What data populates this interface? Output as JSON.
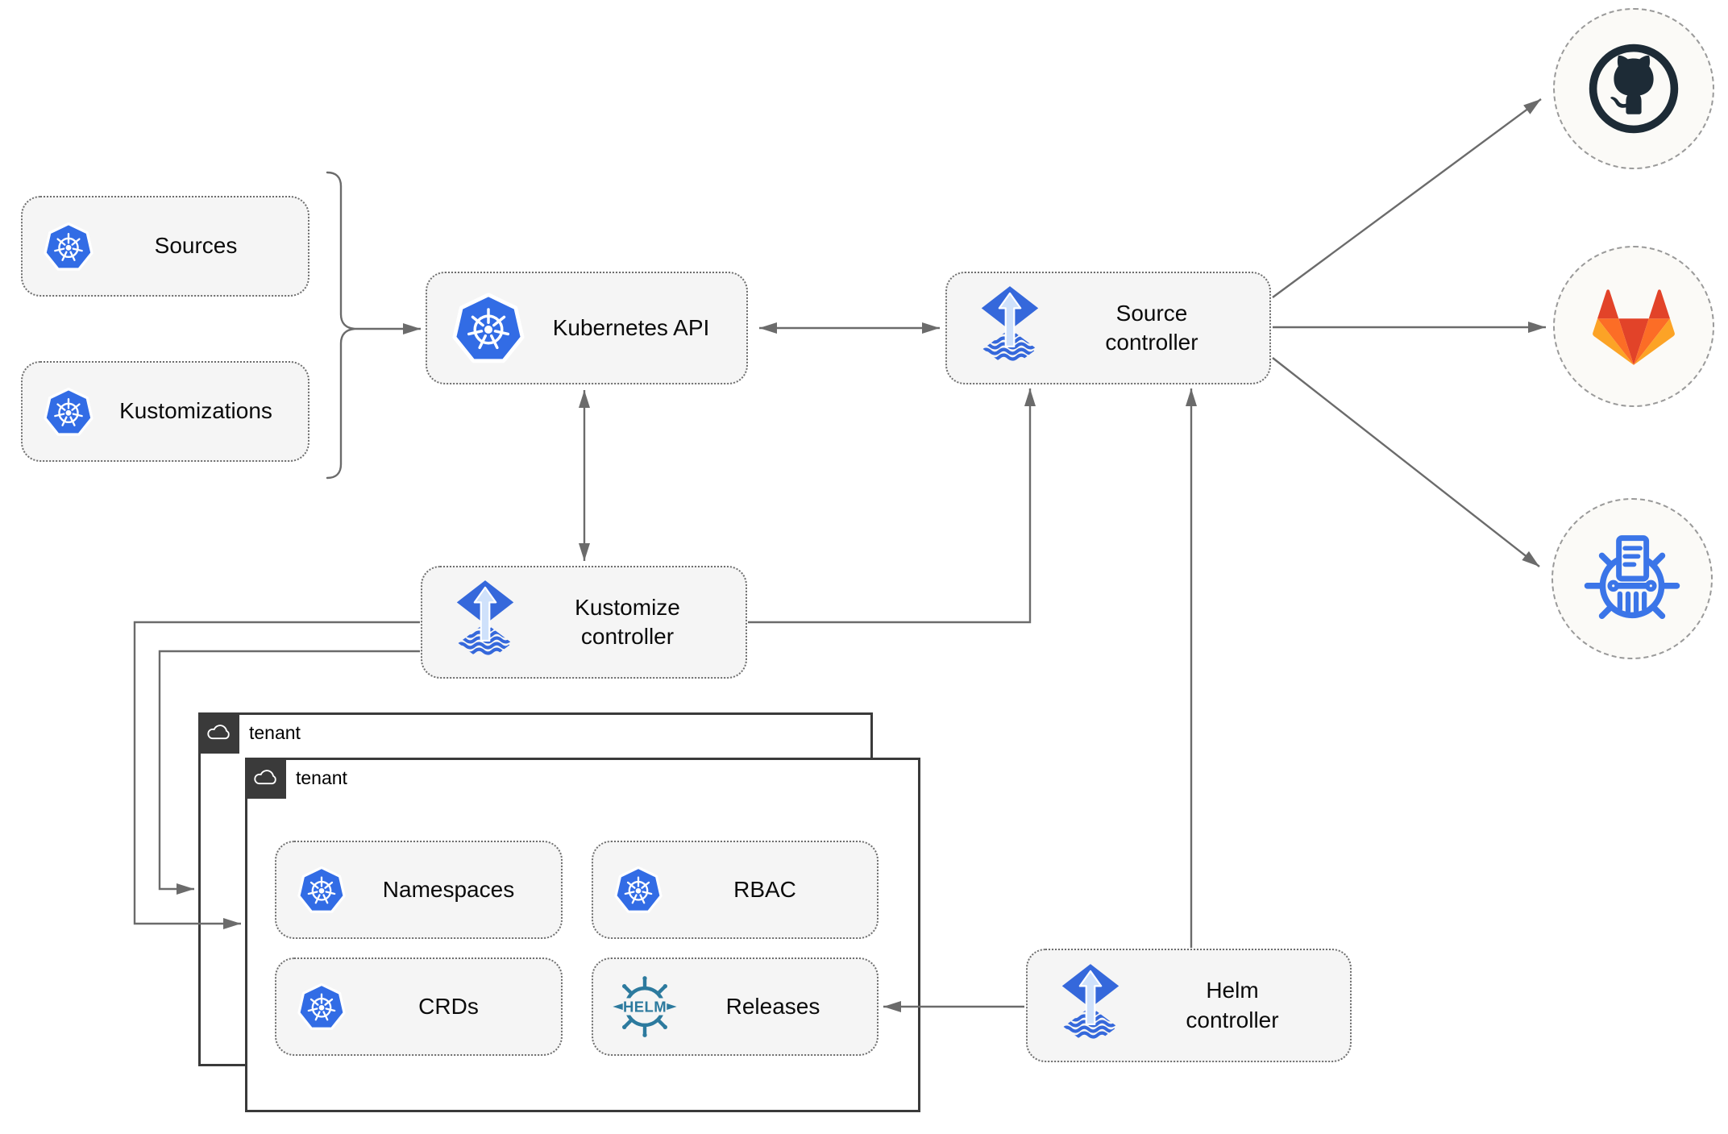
{
  "nodes": {
    "sources": {
      "label": "Sources"
    },
    "kustomizations": {
      "label": "Kustomizations"
    },
    "kubernetes_api": {
      "label": "Kubernetes API"
    },
    "source_controller": {
      "line1": "Source",
      "line2": "controller"
    },
    "kustomize_controller": {
      "line1": "Kustomize",
      "line2": "controller"
    },
    "helm_controller": {
      "line1": "Helm",
      "line2": "controller"
    },
    "tenant_back": {
      "label": "tenant"
    },
    "tenant_front": {
      "label": "tenant"
    },
    "namespaces": {
      "label": "Namespaces"
    },
    "rbac": {
      "label": "RBAC"
    },
    "crds": {
      "label": "CRDs"
    },
    "releases": {
      "label": "Releases"
    }
  },
  "icons": {
    "helm_wordmark": "HELM"
  },
  "edges": [
    {
      "from": "sources+kustomizations",
      "to": "kubernetes-api",
      "arrows": "end",
      "shape": "brace"
    },
    {
      "from": "kubernetes-api",
      "to": "source-controller",
      "arrows": "both"
    },
    {
      "from": "kubernetes-api",
      "to": "kustomize-controller",
      "arrows": "both"
    },
    {
      "from": "kustomize-controller",
      "to": "source-controller",
      "arrows": "end"
    },
    {
      "from": "helm-controller",
      "to": "source-controller",
      "arrows": "end"
    },
    {
      "from": "helm-controller",
      "to": "releases",
      "arrows": "end"
    },
    {
      "from": "kustomize-controller",
      "to": "tenant-back",
      "arrows": "end"
    },
    {
      "from": "kustomize-controller",
      "to": "tenant-front",
      "arrows": "end"
    },
    {
      "from": "source-controller",
      "to": "github",
      "arrows": "end"
    },
    {
      "from": "source-controller",
      "to": "gitlab",
      "arrows": "end"
    },
    {
      "from": "source-controller",
      "to": "chartmuseum",
      "arrows": "end"
    }
  ],
  "colors": {
    "connector_gray": "#6b6b6b",
    "kubernetes_blue": "#326ce5",
    "flux_blue": "#3568db",
    "flux_arrow_light": "#cfe1fb",
    "helm_teal": "#2c7a9e",
    "github_dark": "#1d2b36",
    "gitlab_red_orange": "#e24329",
    "gitlab_orange": "#fc6d26",
    "gitlab_yellow_orange": "#fca326",
    "chartmuseum_blue": "#3b75e8",
    "node_fill": "#f5f5f5",
    "tenant_border": "#3a3a3a"
  }
}
